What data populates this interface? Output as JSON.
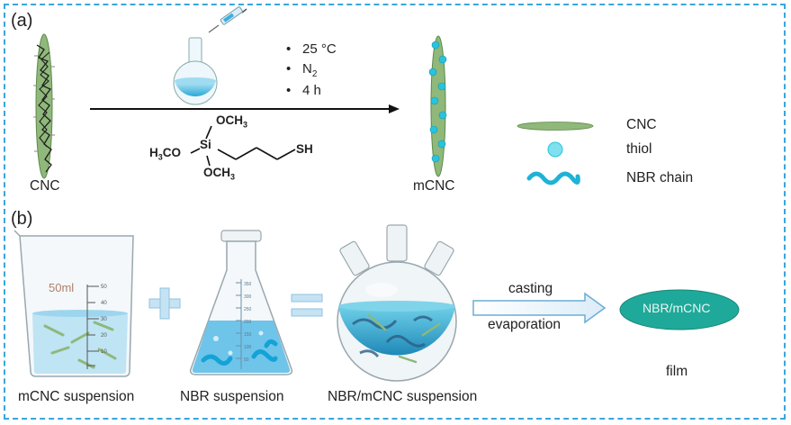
{
  "panel_a": {
    "label": "(a)",
    "cnc_caption": "CNC",
    "mcnc_caption": "mCNC",
    "conditions": {
      "temperature": "25 °C",
      "atmosphere_main": "N",
      "atmosphere_sub": "2",
      "time": "4 h"
    },
    "reagent": {
      "och3_top": "OCH",
      "och3_top_sub": "3",
      "h3co_left_pre": "H",
      "h3co_left_sub": "3",
      "h3co_left_post": "CO",
      "si": "Si",
      "och3_bottom": "OCH",
      "och3_bottom_sub": "3",
      "sh": "SH"
    },
    "legend": {
      "cnc": "CNC",
      "thiol": "thiol",
      "nbr_chain": "NBR chain"
    }
  },
  "panel_b": {
    "label": "(b)",
    "beaker_volume": "50ml",
    "beaker_ticks": [
      "50",
      "40",
      "30",
      "20",
      "10"
    ],
    "flask_ticks": [
      "350",
      "300",
      "250",
      "200",
      "150",
      "100",
      "50"
    ],
    "mcnc_suspension": "mCNC suspension",
    "nbr_suspension": "NBR suspension",
    "mixed_suspension": "NBR/mCNC suspension",
    "casting": "casting",
    "evaporation": "evaporation",
    "film_label": "NBR/mCNC",
    "film_caption": "film"
  },
  "colors": {
    "frame": "#3aa6db",
    "cnc_green": "#8fb87a",
    "thiol_cyan": "#29c3de",
    "film_teal": "#1fa99a",
    "arrow_blue": "#6aaed6"
  }
}
